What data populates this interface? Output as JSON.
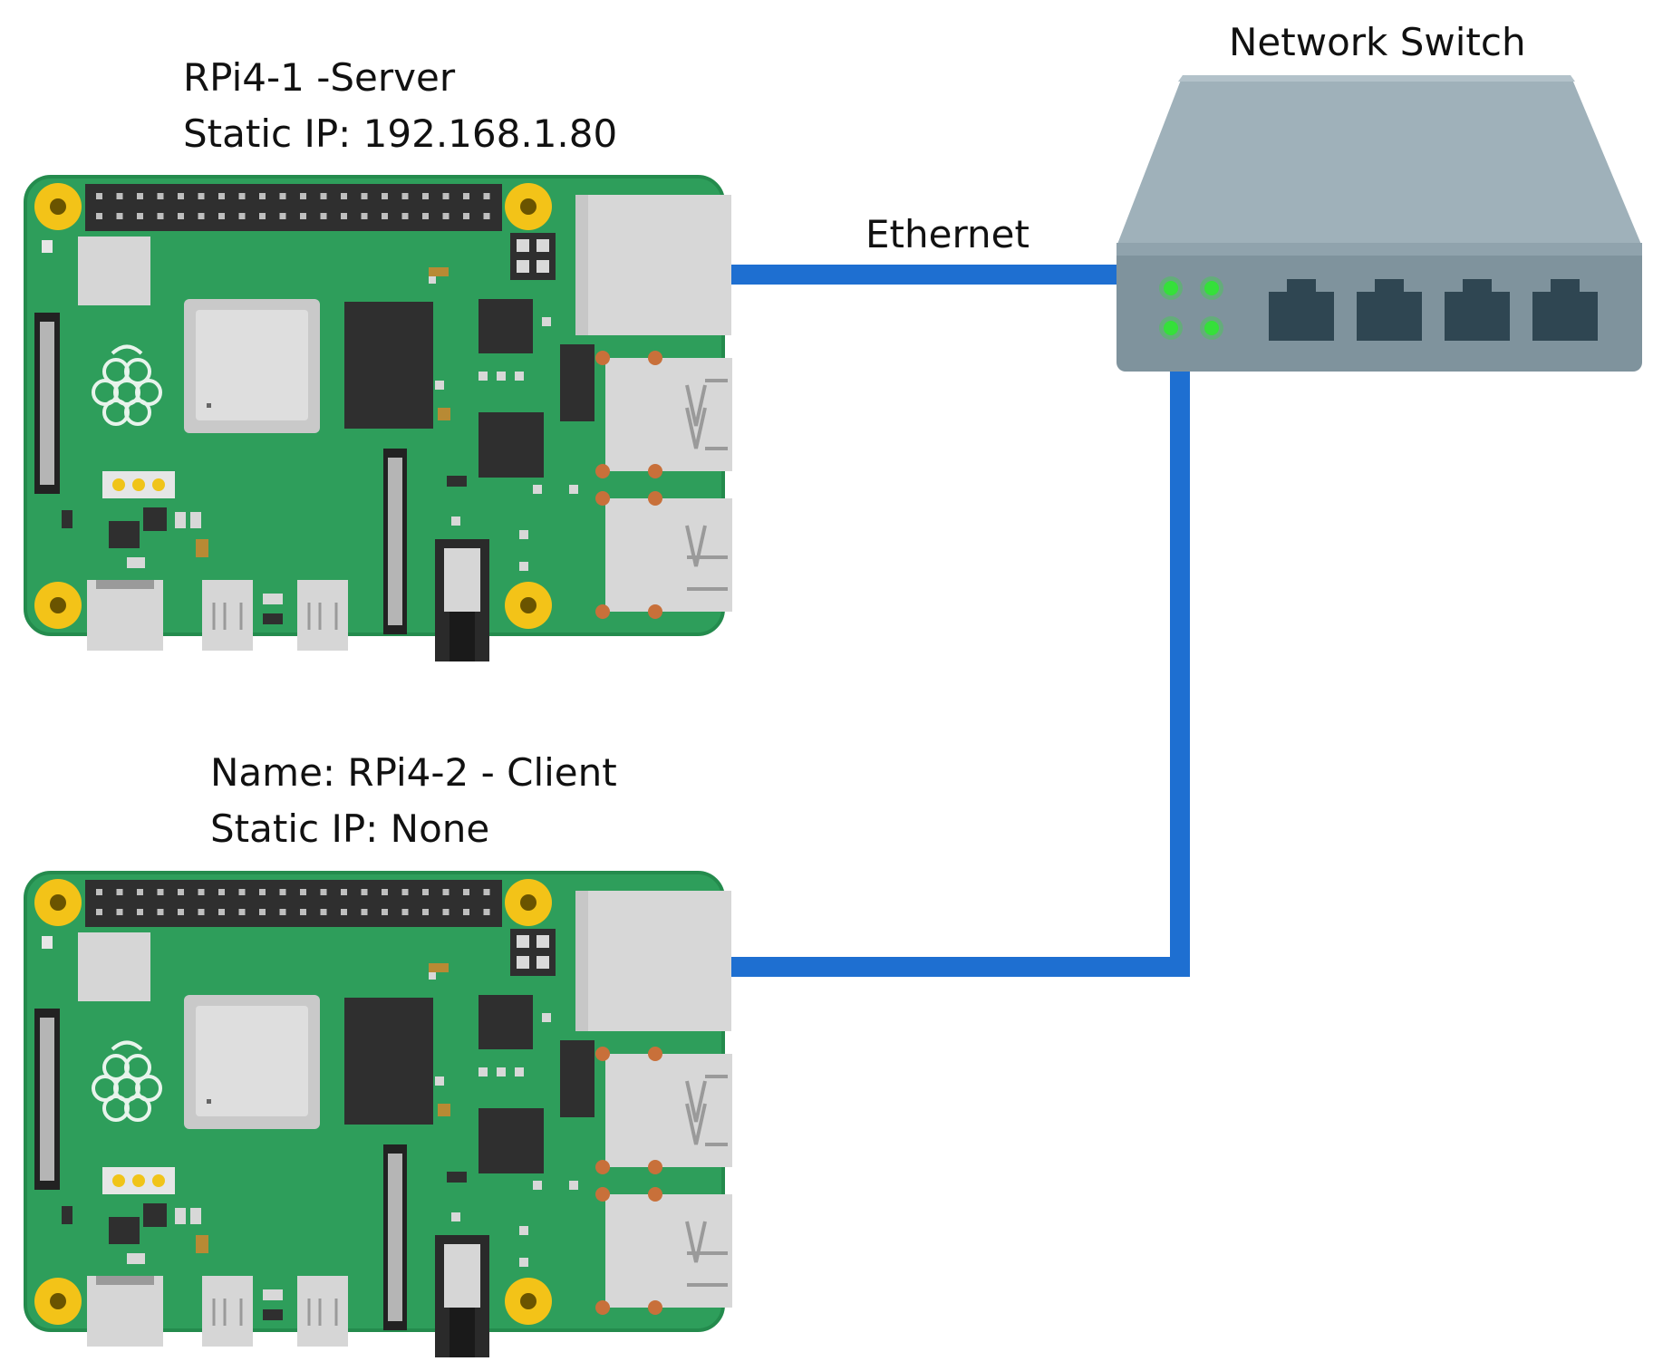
{
  "server": {
    "line1": "RPi4-1 -Server",
    "line2": "Static IP: 192.168.1.80"
  },
  "client": {
    "line1": "Name: RPi4-2 - Client",
    "line2": "Static IP: None"
  },
  "switch": {
    "title": "Network Switch",
    "port_count": 4,
    "led_count": 4
  },
  "link": {
    "label": "Ethernet"
  },
  "colors": {
    "board": "#2e9e5b",
    "board_edge": "#248b4d",
    "cable": "#1e6fd1",
    "switch_top": "#9fb1ba",
    "switch_front": "#7f939d",
    "port": "#2f4652",
    "led": "#35e03a",
    "mount_hole": "#f3c318"
  }
}
